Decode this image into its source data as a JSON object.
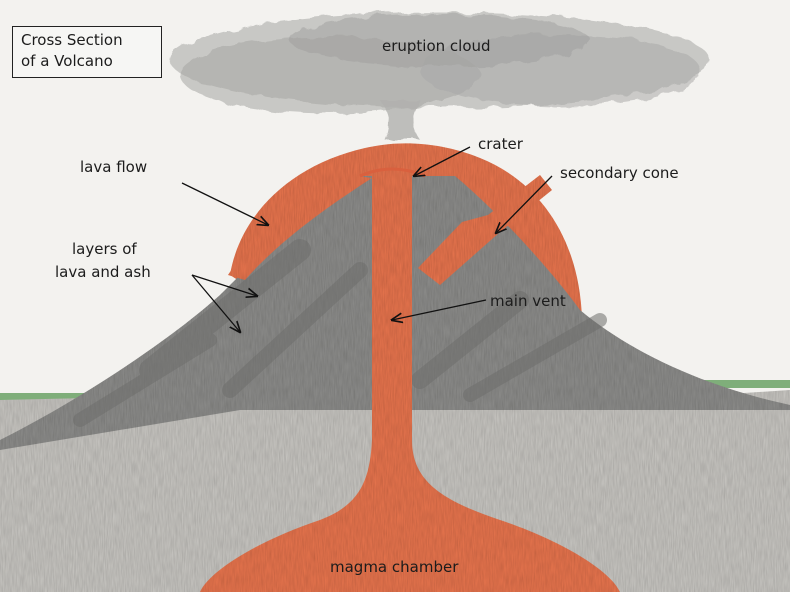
{
  "title": {
    "line1": "Cross Section",
    "line2": "of a Volcano"
  },
  "labels": {
    "eruption_cloud": "eruption cloud",
    "crater": "crater",
    "lava_flow": "lava flow",
    "secondary_cone": "secondary cone",
    "layers_line1": "layers of",
    "layers_line2": "lava and ash",
    "main_vent": "main vent",
    "magma_chamber": "magma chamber"
  },
  "colors": {
    "lava": "#e9764f",
    "lava_dark": "#d9603e",
    "rock": "#8e8e8c",
    "rock_dark": "#6e6e6c",
    "cloud": "#9a9a9a",
    "ground": "#c9c7c3",
    "grass": "#7fae7a",
    "paper": "#f1f0ed"
  }
}
